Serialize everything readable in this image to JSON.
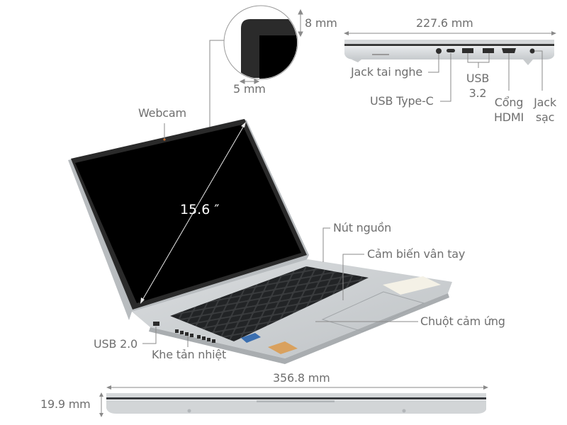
{
  "diagram": {
    "subject": "Laptop dimensions and ports",
    "screen_size": "15.6 ″",
    "bezel": {
      "top": "8 mm",
      "side": "5 mm"
    },
    "depth": "227.6 mm",
    "width": "356.8 mm",
    "thickness": "19.9 mm",
    "side_ports": [
      {
        "label": "Jack tai nghe"
      },
      {
        "label": "USB Type-C"
      },
      {
        "label_line1": "USB",
        "label_line2": "3.2"
      },
      {
        "label_line1": "Cổng",
        "label_line2": "HDMI"
      },
      {
        "label_line1": "Jack",
        "label_line2": "sạc"
      }
    ],
    "callouts": {
      "webcam": "Webcam",
      "power_button": "Nút nguồn",
      "fingerprint": "Cảm biến vân tay",
      "touchpad": "Chuột cảm ứng",
      "usb2": "USB 2.0",
      "vents": "Khe tản nhiệt"
    },
    "colors": {
      "label_text": "#6f6f6f",
      "leader_line": "#8a8a8a",
      "chassis": "#c9cdd0",
      "screen": "#000000",
      "bezel": "#2a2a2a"
    }
  }
}
